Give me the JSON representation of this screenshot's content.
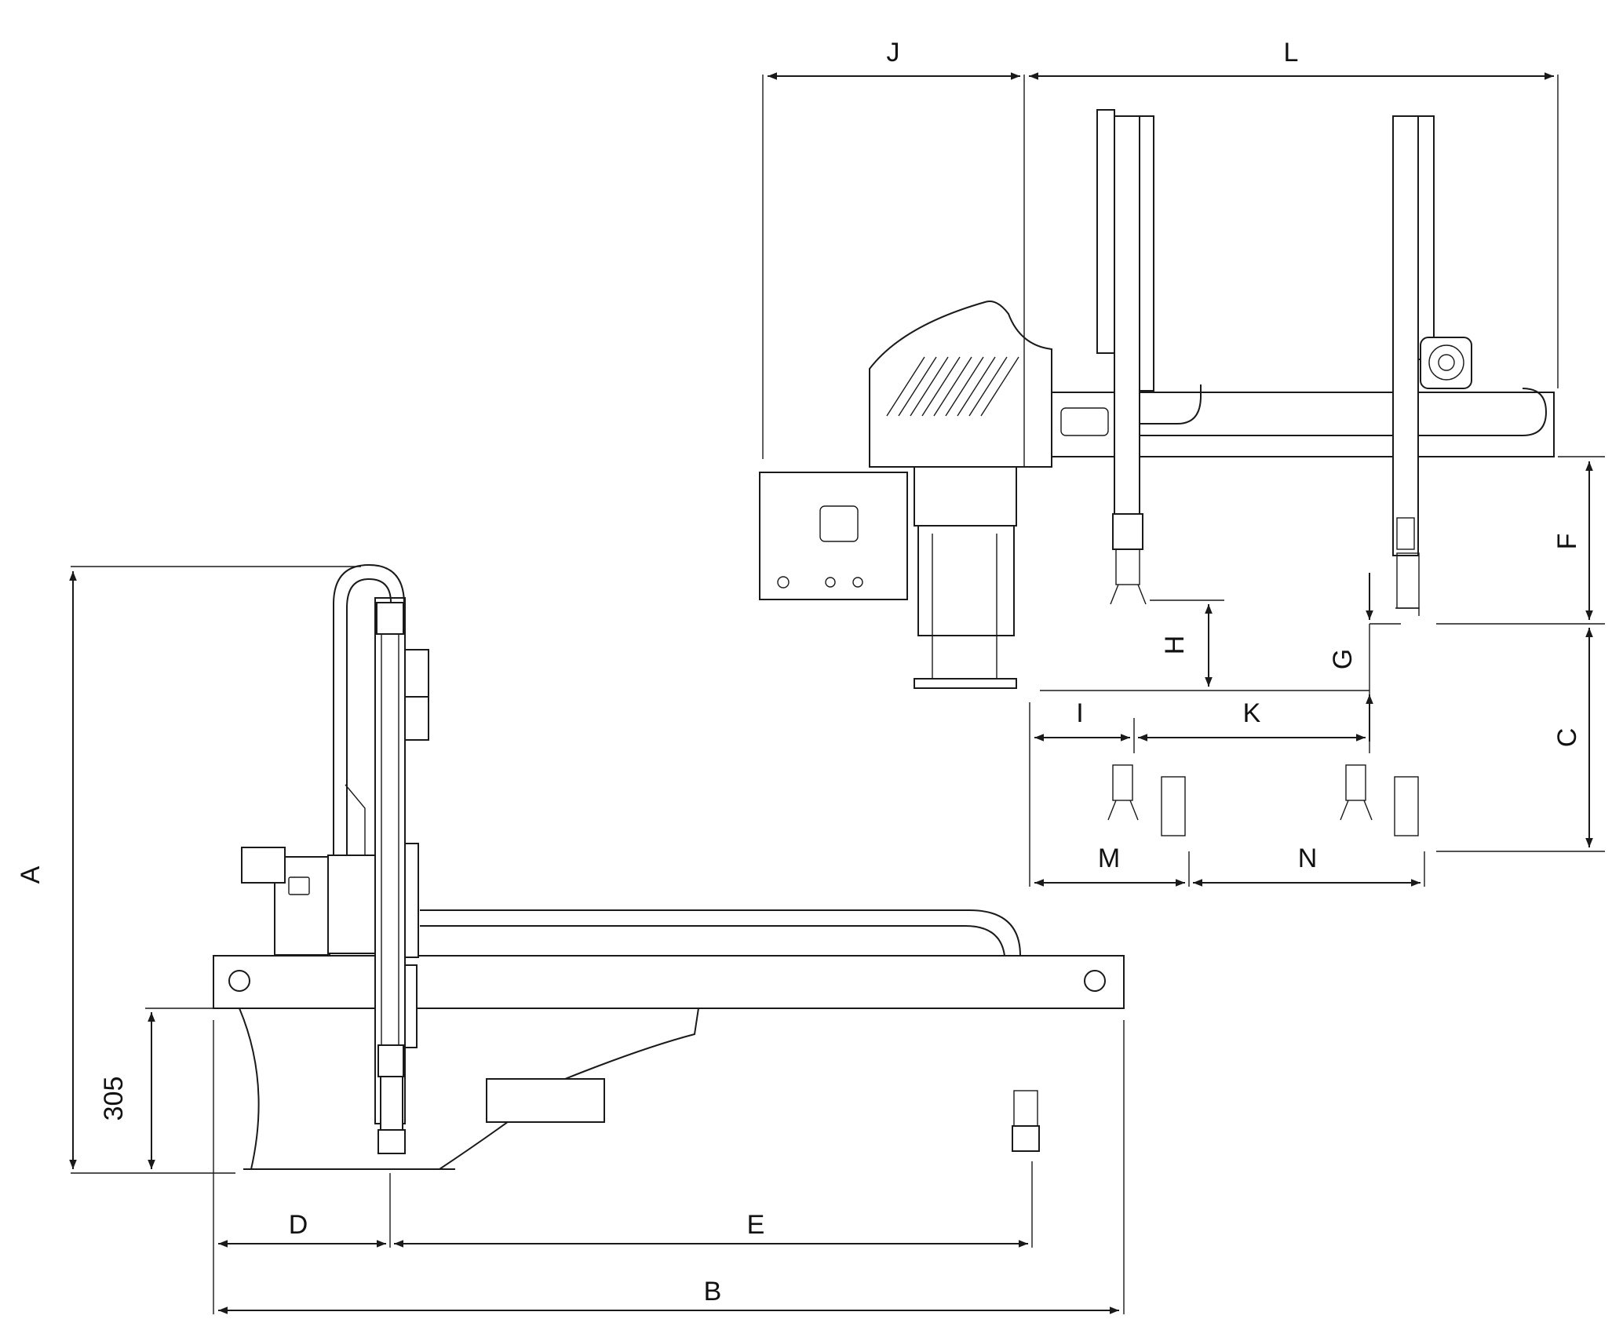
{
  "colors": {
    "line": "#1a1a1a",
    "background": "#ffffff"
  },
  "dimensions": {
    "A": "A",
    "B": "B",
    "C": "C",
    "D": "D",
    "E": "E",
    "F": "F",
    "G": "G",
    "H": "H",
    "I": "I",
    "J": "J",
    "K": "K",
    "L": "L",
    "M": "M",
    "N": "N",
    "height_305": "305"
  }
}
